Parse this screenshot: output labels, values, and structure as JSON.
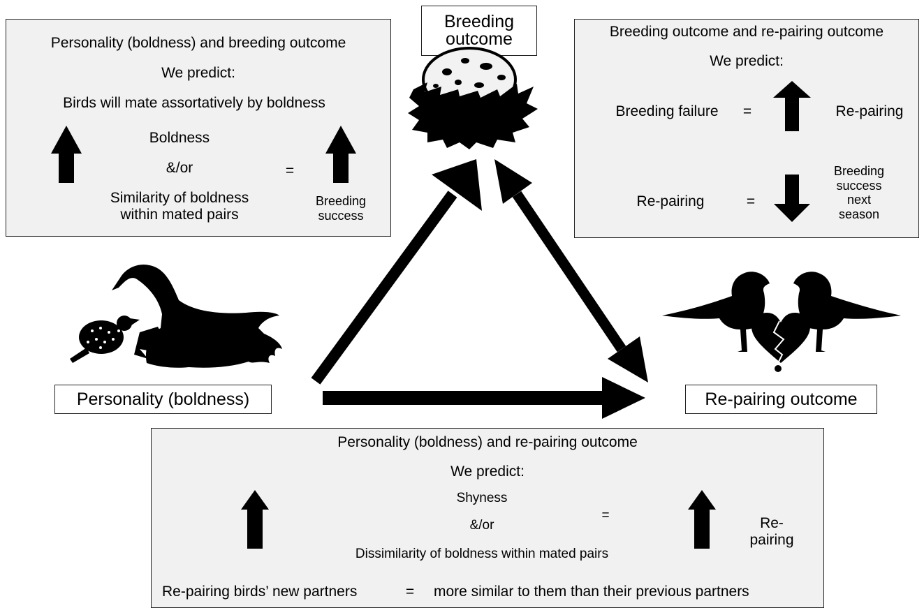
{
  "box_top_left": {
    "title": "Personality (boldness) and breeding outcome",
    "predict": "We predict:",
    "line1": "Birds will mate assortatively by boldness",
    "boldness": "Boldness",
    "andor": "&/or",
    "similarity_l1": "Similarity of boldness",
    "similarity_l2": "within mated pairs",
    "equals": "=",
    "success_l1": "Breeding",
    "success_l2": "success"
  },
  "box_top_right": {
    "title": "Breeding outcome and re-pairing outcome",
    "predict": "We predict:",
    "failure": "Breeding failure",
    "eq1": "=",
    "repairing": "Re-pairing",
    "repairing2": "Re-pairing",
    "eq2": "=",
    "next_l1": "Breeding",
    "next_l2": "success",
    "next_l3": "next",
    "next_l4": "season"
  },
  "box_bottom": {
    "title": "Personality (boldness) and re-pairing outcome",
    "predict": "We predict:",
    "shyness": "Shyness",
    "andor": "&/or",
    "equals": "=",
    "dissimilarity": "Dissimilarity of boldness within mated pairs",
    "repair_l1": "Re-",
    "repair_l2": "pairing",
    "footer_left": "Re-pairing birds’ new partners",
    "footer_eq": "=",
    "footer_right": "more similar to them than their previous partners"
  },
  "nodes": {
    "breeding_l1": "Breeding",
    "breeding_l2": "outcome",
    "personality": "Personality (boldness)",
    "repairing": "Re-pairing outcome"
  },
  "colors": {
    "panel": "#f1f1f1",
    "ink": "#000000"
  }
}
